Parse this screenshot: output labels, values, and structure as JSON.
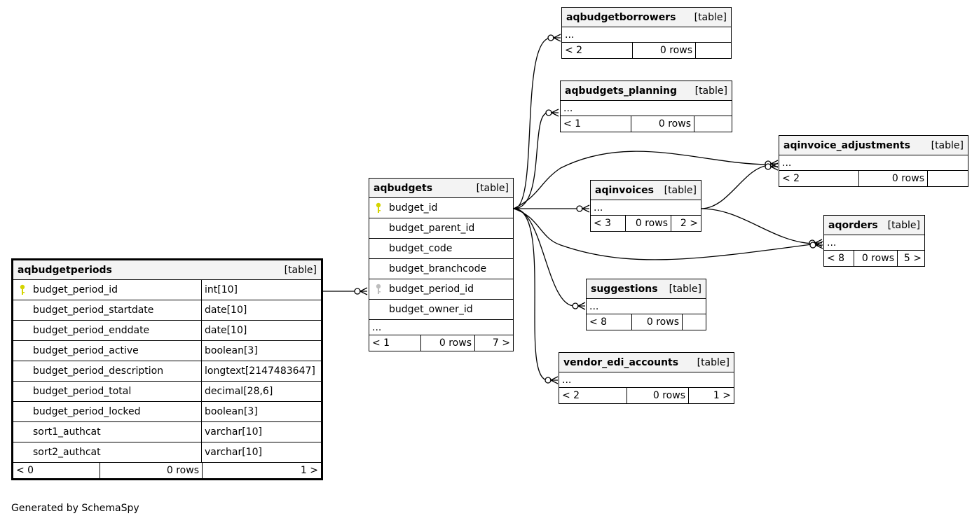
{
  "main_table": {
    "name": "aqbudgetperiods",
    "tag": "[table]",
    "columns": [
      {
        "name": "budget_period_id",
        "type": "int[10]",
        "key": "primary"
      },
      {
        "name": "budget_period_startdate",
        "type": "date[10]"
      },
      {
        "name": "budget_period_enddate",
        "type": "date[10]"
      },
      {
        "name": "budget_period_active",
        "type": "boolean[3]"
      },
      {
        "name": "budget_period_description",
        "type": "longtext[2147483647]"
      },
      {
        "name": "budget_period_total",
        "type": "decimal[28,6]"
      },
      {
        "name": "budget_period_locked",
        "type": "boolean[3]"
      },
      {
        "name": "sort1_authcat",
        "type": "varchar[10]"
      },
      {
        "name": "sort2_authcat",
        "type": "varchar[10]"
      }
    ],
    "parents": "< 0",
    "rows": "0 rows",
    "children": "1 >"
  },
  "aqbudgets": {
    "name": "aqbudgets",
    "tag": "[table]",
    "columns": [
      {
        "name": "budget_id",
        "key": "primary"
      },
      {
        "name": "budget_parent_id"
      },
      {
        "name": "budget_code"
      },
      {
        "name": "budget_branchcode"
      },
      {
        "name": "budget_period_id",
        "key": "foreign"
      },
      {
        "name": "budget_owner_id"
      }
    ],
    "ellipsis": "...",
    "parents": "< 1",
    "rows": "0 rows",
    "children": "7 >"
  },
  "children": [
    {
      "id": "aqbudgetborrowers",
      "name": "aqbudgetborrowers",
      "tag": "[table]",
      "ellipsis": "...",
      "parents": "< 2",
      "rows": "0 rows",
      "children": ""
    },
    {
      "id": "aqbudgets_planning",
      "name": "aqbudgets_planning",
      "tag": "[table]",
      "ellipsis": "...",
      "parents": "< 1",
      "rows": "0 rows",
      "children": ""
    },
    {
      "id": "aqinvoice_adjustments",
      "name": "aqinvoice_adjustments",
      "tag": "[table]",
      "ellipsis": "...",
      "parents": "< 2",
      "rows": "0 rows",
      "children": ""
    },
    {
      "id": "aqinvoices",
      "name": "aqinvoices",
      "tag": "[table]",
      "ellipsis": "...",
      "parents": "< 3",
      "rows": "0 rows",
      "children": "2 >"
    },
    {
      "id": "aqorders",
      "name": "aqorders",
      "tag": "[table]",
      "ellipsis": "...",
      "parents": "< 8",
      "rows": "0 rows",
      "children": "5 >"
    },
    {
      "id": "suggestions",
      "name": "suggestions",
      "tag": "[table]",
      "ellipsis": "...",
      "parents": "< 8",
      "rows": "0 rows",
      "children": ""
    },
    {
      "id": "vendor_edi_accounts",
      "name": "vendor_edi_accounts",
      "tag": "[table]",
      "ellipsis": "...",
      "parents": "< 2",
      "rows": "0 rows",
      "children": "1 >"
    }
  ],
  "colors": {
    "primary_key": "#d4d400",
    "foreign_key": "#bdbdbd",
    "header_bg": "#f3f3f3"
  },
  "credit": "Generated by SchemaSpy"
}
